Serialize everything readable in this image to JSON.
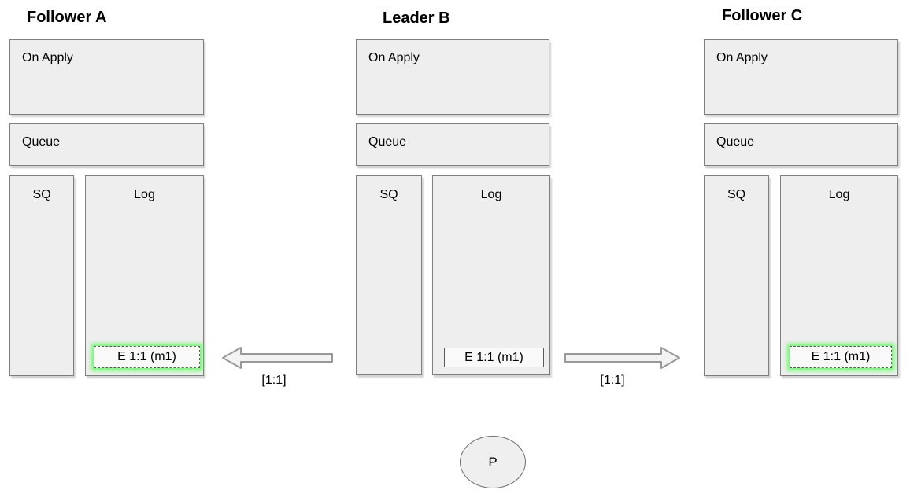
{
  "nodes": {
    "follower_a": {
      "title": "Follower A",
      "on_apply": "On Apply",
      "queue": "Queue",
      "sq": "SQ",
      "log": "Log",
      "entry": "E 1:1 (m1)",
      "entry_state": "replicated"
    },
    "leader_b": {
      "title": "Leader B",
      "on_apply": "On Apply",
      "queue": "Queue",
      "sq": "SQ",
      "log": "Log",
      "entry": "E 1:1 (m1)",
      "entry_state": "committed-solid"
    },
    "follower_c": {
      "title": "Follower C",
      "on_apply": "On Apply",
      "queue": "Queue",
      "sq": "SQ",
      "log": "Log",
      "entry": "E 1:1 (m1)",
      "entry_state": "replicated"
    }
  },
  "arrows": {
    "to_follower_a": {
      "label": "[1:1]",
      "direction": "left"
    },
    "to_follower_c": {
      "label": "[1:1]",
      "direction": "right"
    }
  },
  "proposer": {
    "label": "P"
  },
  "colors": {
    "box_fill": "#eeeeee",
    "box_border": "#7f7f7f",
    "entry_fill": "#f9f9f9",
    "entry_border": "#5a5a5a",
    "replicated_glow": "#50ff50",
    "arrow_fill": "#f3f3f3",
    "arrow_border": "#999999"
  }
}
